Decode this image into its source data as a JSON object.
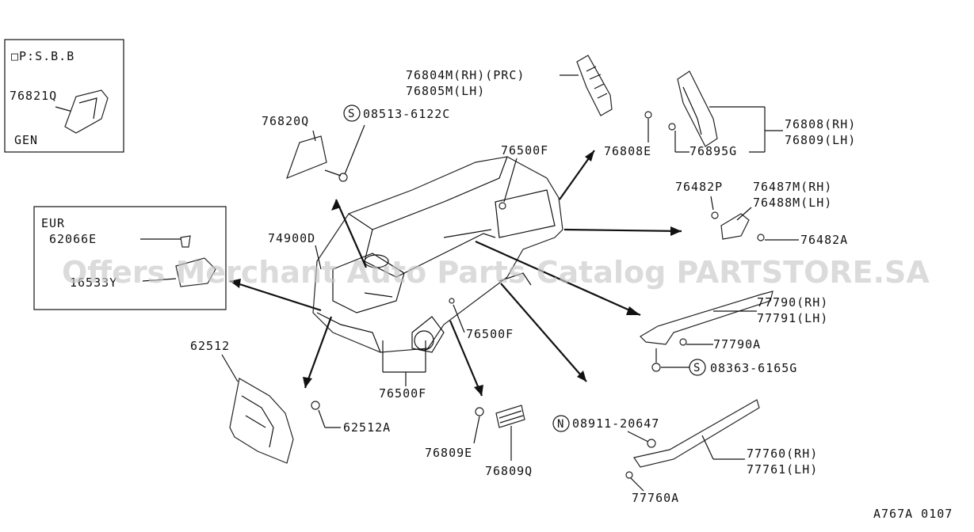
{
  "watermark": "Offers Merchant Auto Parts Catalog PARTSTORE.SA",
  "figure_code": "A767A 0107",
  "box_psbb": {
    "title": "□P:S.B.B",
    "part": "76821Q",
    "note": "GEN"
  },
  "box_eur": {
    "title": "EUR",
    "part_a": "62066E",
    "part_b": "16533Y"
  },
  "labels": {
    "p76804M": "76804M(RH)(PRC)",
    "p76805M": "76805M(LH)",
    "p76820Q": "76820Q",
    "p08513": "08513-6122C",
    "p76500F_top": "76500F",
    "p76808E": "76808E",
    "p76895G": "76895G",
    "p76808": "76808(RH)",
    "p76809": "76809(LH)",
    "p76482P": "76482P",
    "p76487M": "76487M(RH)",
    "p76488M": "76488M(LH)",
    "p76482A": "76482A",
    "p74900D": "74900D",
    "p77790": "77790(RH)",
    "p77791": "77791(LH)",
    "p77790A": "77790A",
    "p08363": "08363-6165G",
    "p76500F_mid": "76500F",
    "p76500F_bot": "76500F",
    "p62512": "62512",
    "p62512A": "62512A",
    "p08911": "08911-20647",
    "p77760": "77760(RH)",
    "p77761": "77761(LH)",
    "p77760A": "77760A",
    "p76809E": "76809E",
    "p76809Q": "76809Q"
  },
  "symbols": {
    "s": "S",
    "n": "N"
  }
}
